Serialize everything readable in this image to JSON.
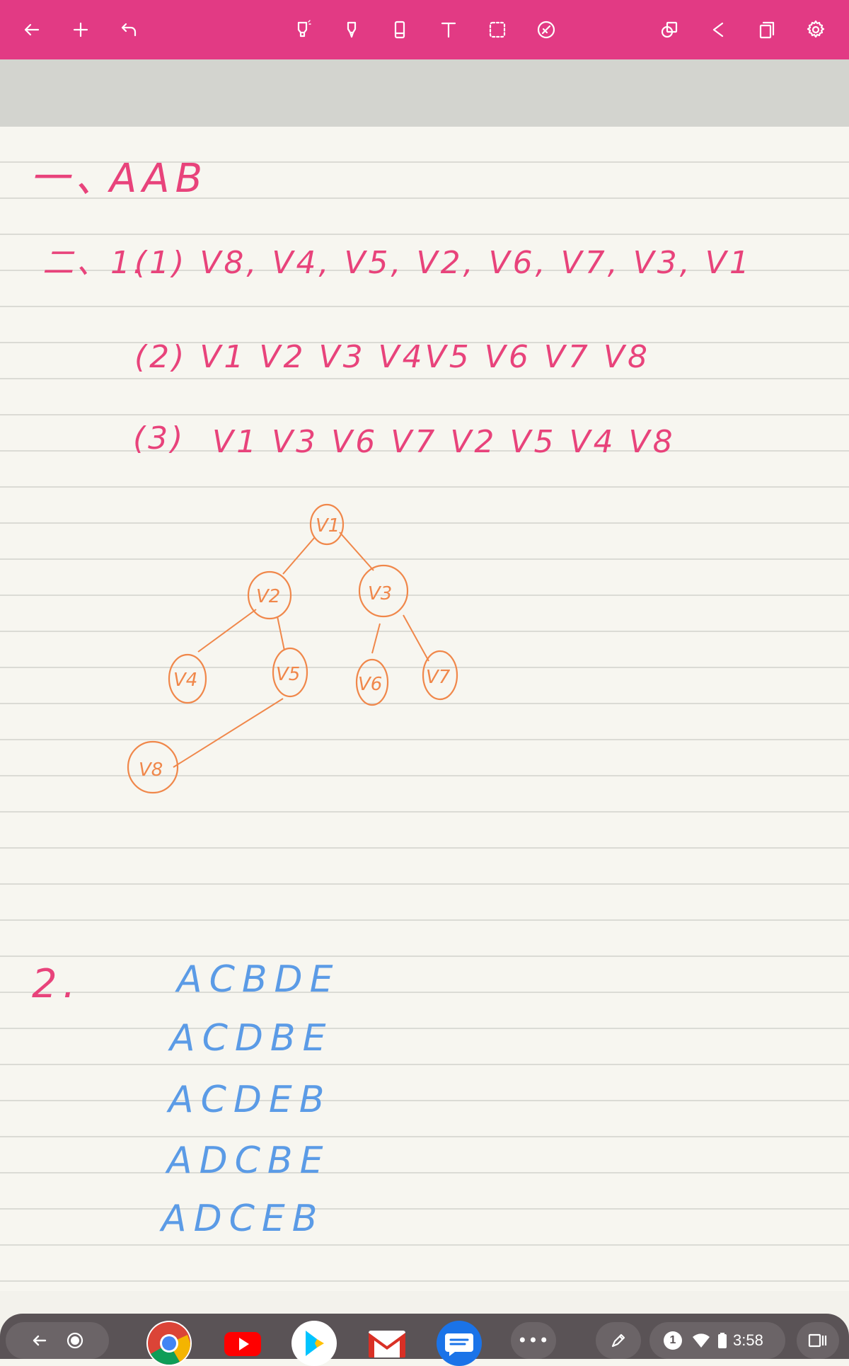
{
  "toolbar": {
    "color": "#e23a84",
    "left_icons": [
      "back-arrow-icon",
      "plus-icon",
      "undo-icon"
    ],
    "center_icons": [
      "highlighter-pen-icon",
      "marker-icon",
      "eraser-icon",
      "text-icon",
      "lasso-select-icon",
      "no-pen-icon"
    ],
    "right_icons": [
      "shapes-icon",
      "share-icon",
      "pages-icon",
      "gear-icon"
    ]
  },
  "notes": {
    "q1_label": "一、",
    "q1_answer": "AAB",
    "q2_1_label": "二、1.",
    "q2_1_part1": "(1) V8, V4, V5, V2, V6, V7, V3, V1",
    "q2_1_part2": "(2) V1 V2 V3 V4V5 V6 V7 V8",
    "q2_1_part3_label": "(3)",
    "q2_1_part3": "V1 V3 V6 V7 V2 V5 V4 V8",
    "tree_nodes": [
      "V1",
      "V2",
      "V3",
      "V4",
      "V5",
      "V6",
      "V7",
      "V8"
    ],
    "q2_2_label": "2.",
    "q2_2_answers": [
      "ACBDE",
      "ACDBE",
      "ACDEB",
      "ADCBE",
      "ADCEB"
    ],
    "ink_pink": "#e8437b",
    "ink_orange": "#f0874a",
    "ink_blue": "#5b9be6"
  },
  "shelf": {
    "apps": [
      "back-icon",
      "launcher-icon",
      "chrome-icon",
      "youtube-icon",
      "play-store-icon",
      "gmail-icon",
      "messages-icon",
      "more-icon"
    ],
    "stylus_icon": "stylus-icon",
    "notification_count": "1",
    "time": "3:58"
  }
}
